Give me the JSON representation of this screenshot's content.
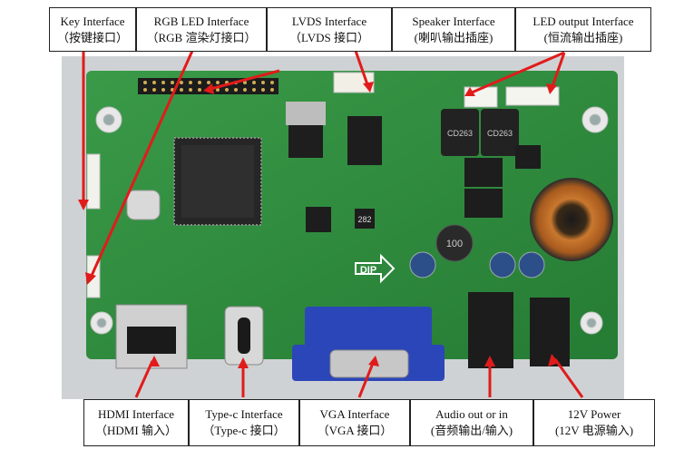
{
  "figure": {
    "title": "",
    "top_labels": [
      {
        "id": "key",
        "en": "Key Interface",
        "zh": "（按键接口）"
      },
      {
        "id": "rgb",
        "en": "RGB LED Interface",
        "zh": "（RGB 渲染灯接口）"
      },
      {
        "id": "lvds",
        "en": "LVDS Interface",
        "zh": "（LVDS 接口）"
      },
      {
        "id": "speaker",
        "en": "Speaker Interface",
        "zh": "(喇叭输出插座)"
      },
      {
        "id": "led",
        "en": "LED output Interface",
        "zh": "(恒流输出插座)"
      }
    ],
    "bottom_labels": [
      {
        "id": "hdmi",
        "en": "HDMI Interface",
        "zh": "（HDMI 输入）"
      },
      {
        "id": "typec",
        "en": "Type-c Interface",
        "zh": "（Type-c 接口）"
      },
      {
        "id": "vga",
        "en": "VGA Interface",
        "zh": "（VGA 接口）"
      },
      {
        "id": "audio",
        "en": "Audio out or in",
        "zh": "(音频输出/输入)"
      },
      {
        "id": "power",
        "en": "12V Power",
        "zh": "(12V 电源输入)"
      }
    ],
    "board_marks": {
      "dip": "DIP",
      "cap_left": "CD263",
      "cap_right": "CD263",
      "inductor_small": "100",
      "ic_small": "282"
    },
    "colors": {
      "pcb": "#2f8a3e",
      "pcb_dark": "#206b2d",
      "arrow": "#e11b1b",
      "vga_blue": "#2b46b8"
    }
  }
}
